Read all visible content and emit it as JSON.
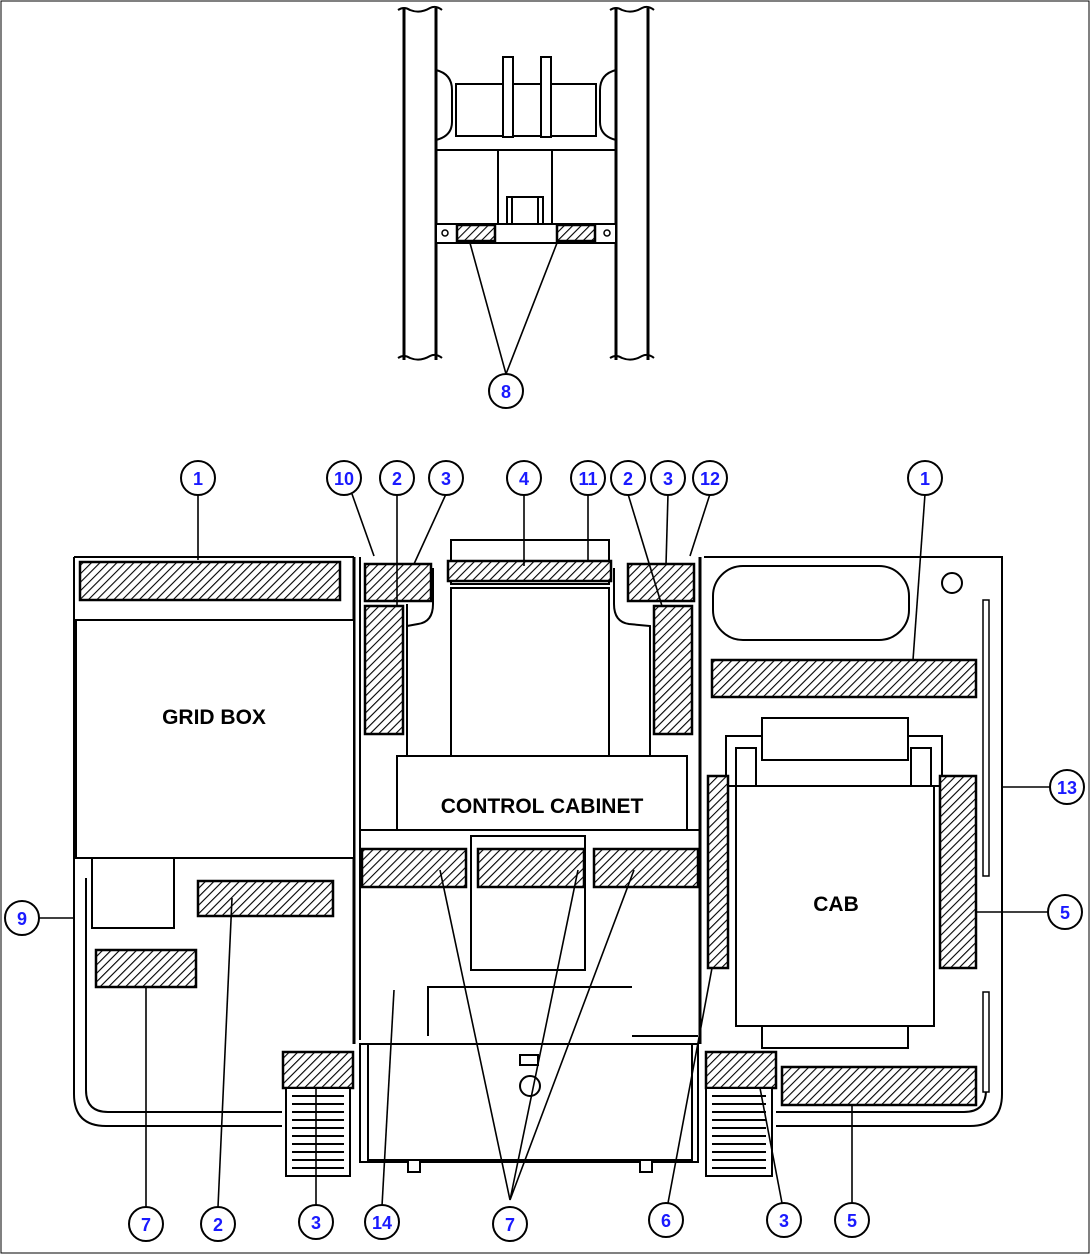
{
  "labels": {
    "grid_box": "GRID BOX",
    "control_cabinet": "CONTROL CABINET",
    "cab": "CAB"
  },
  "callouts": [
    {
      "id": "c8",
      "text": "8"
    },
    {
      "id": "c1a",
      "text": "1"
    },
    {
      "id": "c10",
      "text": "10"
    },
    {
      "id": "c2a",
      "text": "2"
    },
    {
      "id": "c3a",
      "text": "3"
    },
    {
      "id": "c4",
      "text": "4"
    },
    {
      "id": "c11",
      "text": "11"
    },
    {
      "id": "c2b",
      "text": "2"
    },
    {
      "id": "c3b",
      "text": "3"
    },
    {
      "id": "c12",
      "text": "12"
    },
    {
      "id": "c1b",
      "text": "1"
    },
    {
      "id": "c13",
      "text": "13"
    },
    {
      "id": "c9",
      "text": "9"
    },
    {
      "id": "c5a",
      "text": "5"
    },
    {
      "id": "c7a",
      "text": "7"
    },
    {
      "id": "c2c",
      "text": "2"
    },
    {
      "id": "c3c",
      "text": "3"
    },
    {
      "id": "c14",
      "text": "14"
    },
    {
      "id": "c7b",
      "text": "7"
    },
    {
      "id": "c6",
      "text": "6"
    },
    {
      "id": "c3d",
      "text": "3"
    },
    {
      "id": "c5b",
      "text": "5"
    }
  ],
  "colors": {
    "callout_text": "#1a1aff",
    "line": "#000000",
    "background": "#ffffff"
  }
}
